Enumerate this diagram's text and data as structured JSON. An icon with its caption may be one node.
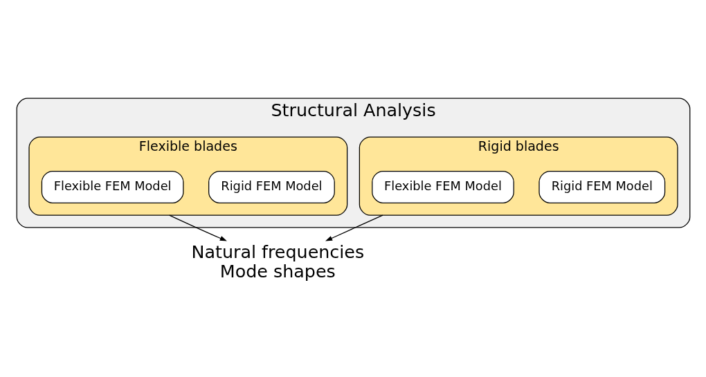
{
  "diagram": {
    "nodes": [
      {
        "text": [
          "Structural Analysis"
        ]
      },
      {
        "text": [
          "Rigid blades"
        ],
        "in": 0
      },
      {
        "text": [
          "Rigid FEM Model"
        ],
        "in": 1
      },
      {
        "text": [
          "Flexible FEM Model"
        ],
        "in": 1
      },
      {
        "text": [
          "Flexible blades"
        ],
        "in": 0
      },
      {
        "text": [
          "Rigid FEM Model"
        ],
        "in": 4
      },
      {
        "text": [
          "Flexible FEM Model"
        ],
        "in": 4
      },
      {
        "text": [
          "Natural frequencies",
          "Mode shapes"
        ]
      }
    ],
    "edges": [
      {
        "from": 1,
        "to": 7,
        "arrow": "to"
      },
      {
        "from": 4,
        "to": 7,
        "arrow": "to"
      }
    ]
  }
}
